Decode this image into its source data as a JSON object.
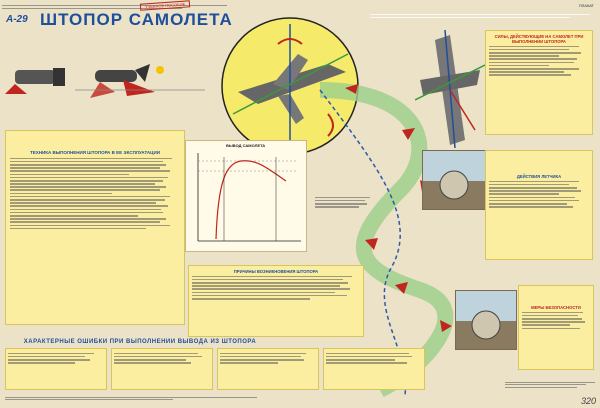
{
  "poster": {
    "number": "А-29",
    "title": "ШТОПОР САМОЛЕТА",
    "stamp": "УЧЕБНОЕ ПОСОБИЕ",
    "top_right_tag": "ПЛАКАТ",
    "bottom_right_mark": "320"
  },
  "sections": {
    "technique": "ТЕХНИКА ВЫПОЛНЕНИЯ ШТОПОРА В ЕЕ ЭКСПЛУАТАЦИИ",
    "forces": "СИЛЫ, ДЕЙСТВУЮЩИЕ НА САМОЛЕТ ПРИ ВЫПОЛНЕНИИ ШТОПОРА",
    "causes": "ПРИЧИНЫ ВОЗНИКНОВЕНИЯ ШТОПОРА",
    "errors": "ХАРАКТЕРНЫЕ ОШИБКИ ПРИ ВЫПОЛНЕНИИ ВЫВОДА ИЗ ШТОПОРА",
    "pilot": "ДЕЙСТВИЯ ЛЕТЧИКА",
    "safety": "МЕРЫ БЕЗОПАСНОСТИ"
  },
  "graph": {
    "title": "ВЫВОД САМОЛЕТА"
  },
  "colors": {
    "panel": "#fbeea0",
    "red": "#c0261e",
    "blue": "#1e4f9a",
    "green": "#9cd08a"
  }
}
